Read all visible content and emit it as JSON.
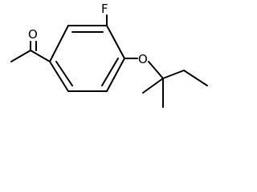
{
  "molecule": {
    "atom_labels": {
      "carbonyl_oxygen": "O",
      "fluorine": "F",
      "ether_oxygen": "O"
    },
    "colors": {
      "bond": "#000000",
      "label": "#000000",
      "background": "#ffffff"
    }
  }
}
